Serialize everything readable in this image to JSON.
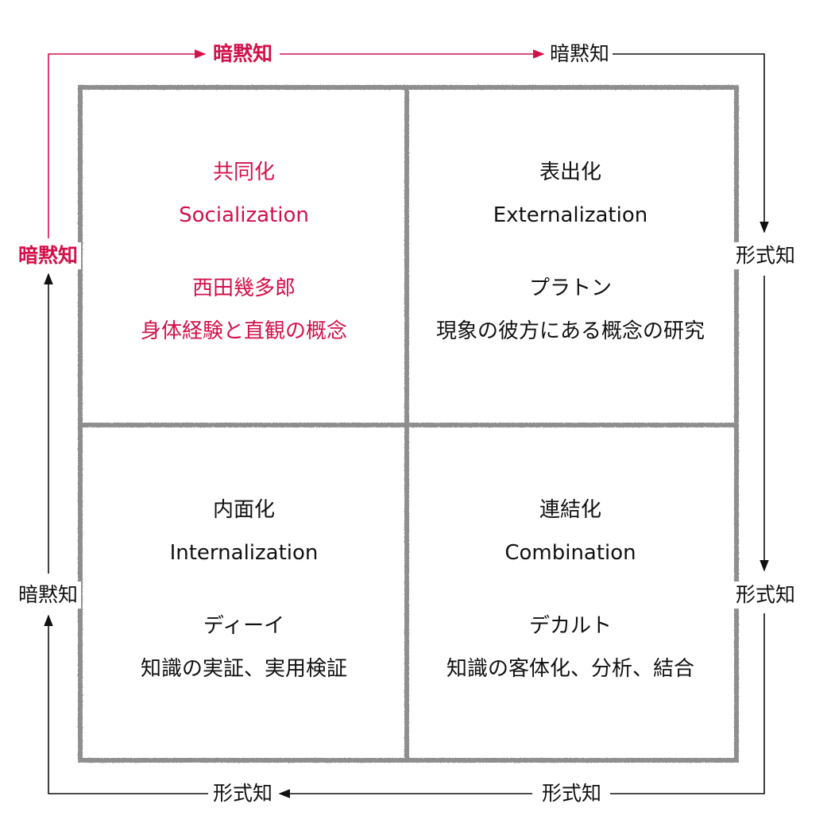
{
  "quadrants": {
    "top_left": {
      "title": "共同化",
      "subtitle": "Socialization",
      "person": "西田幾多郎",
      "description": "身体経験と直観の概念"
    },
    "top_right": {
      "title": "表出化",
      "subtitle": "Externalization",
      "person": "プラトン",
      "description": "現象の彼方にある概念の研究"
    },
    "bottom_left": {
      "title": "内面化",
      "subtitle": "Internalization",
      "person": "ディーイ",
      "description": "知識の実証、実用検証"
    },
    "bottom_right": {
      "title": "連結化",
      "subtitle": "Combination",
      "person": "デカルト",
      "description": "知識の客体化、分析、結合"
    }
  },
  "edge_labels": {
    "top_left": "暗黙知",
    "top_right": "暗黙知",
    "left_top": "暗黙知",
    "left_bottom": "暗黙知",
    "right_top": "形式知",
    "right_bottom": "形式知",
    "bottom_left": "形式知",
    "bottom_right": "形式知"
  },
  "colors": {
    "highlight": "#d4104a",
    "text": "#111111",
    "grid": "#8e8e8e"
  }
}
